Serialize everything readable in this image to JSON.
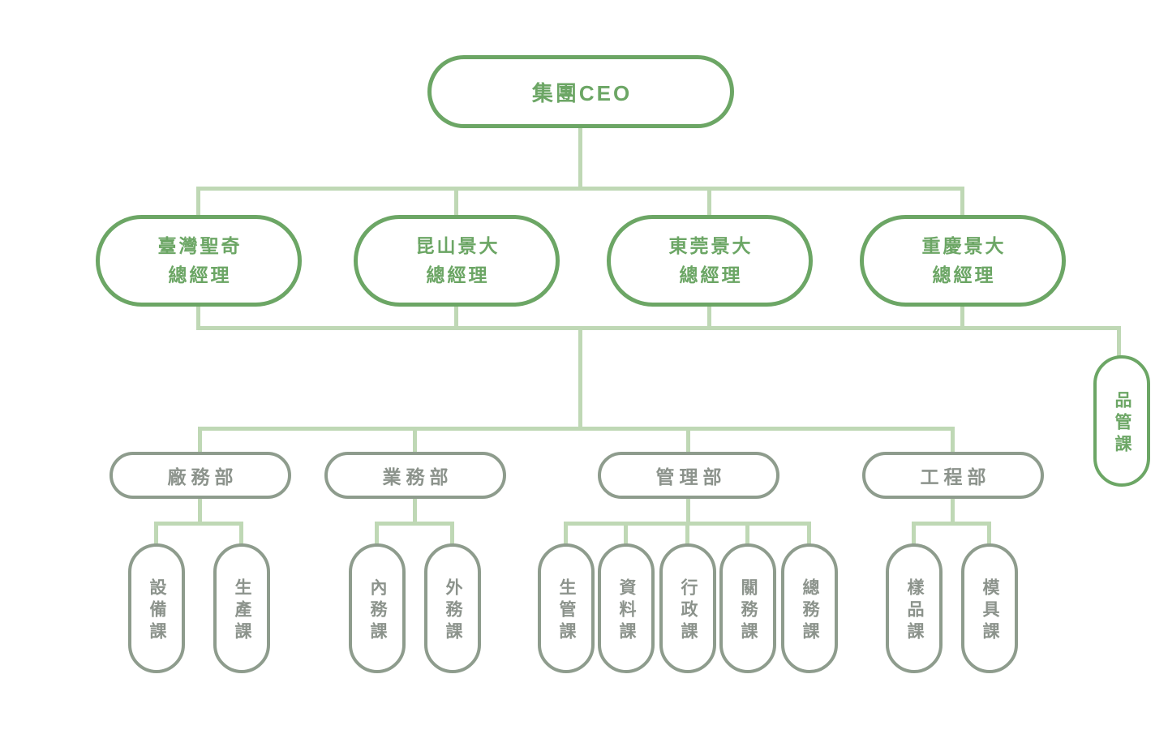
{
  "org_chart": {
    "type": "organization-chart",
    "root": {
      "label": "集團CEO"
    },
    "companies": [
      {
        "line1": "臺灣聖奇",
        "line2": "總經理"
      },
      {
        "line1": "昆山景大",
        "line2": "總經理"
      },
      {
        "line1": "東莞景大",
        "line2": "總經理"
      },
      {
        "line1": "重慶景大",
        "line2": "總經理"
      }
    ],
    "qc_section": {
      "label": "品管課"
    },
    "departments": [
      {
        "label": "廠務部",
        "sections": [
          {
            "label": "設備課"
          },
          {
            "label": "生產課"
          }
        ]
      },
      {
        "label": "業務部",
        "sections": [
          {
            "label": "內務課"
          },
          {
            "label": "外務課"
          }
        ]
      },
      {
        "label": "管理部",
        "sections": [
          {
            "label": "生管課"
          },
          {
            "label": "資料課"
          },
          {
            "label": "行政課"
          },
          {
            "label": "關務課"
          },
          {
            "label": "總務課"
          }
        ]
      },
      {
        "label": "工程部",
        "sections": [
          {
            "label": "樣品課"
          },
          {
            "label": "模具課"
          }
        ]
      }
    ],
    "colors": {
      "primary_green": "#6CA665",
      "connector_green": "#BFD8B5",
      "muted_green_border": "#8E9C8D",
      "muted_gray_text": "#8C938C",
      "background": "#FFFFFF"
    }
  }
}
